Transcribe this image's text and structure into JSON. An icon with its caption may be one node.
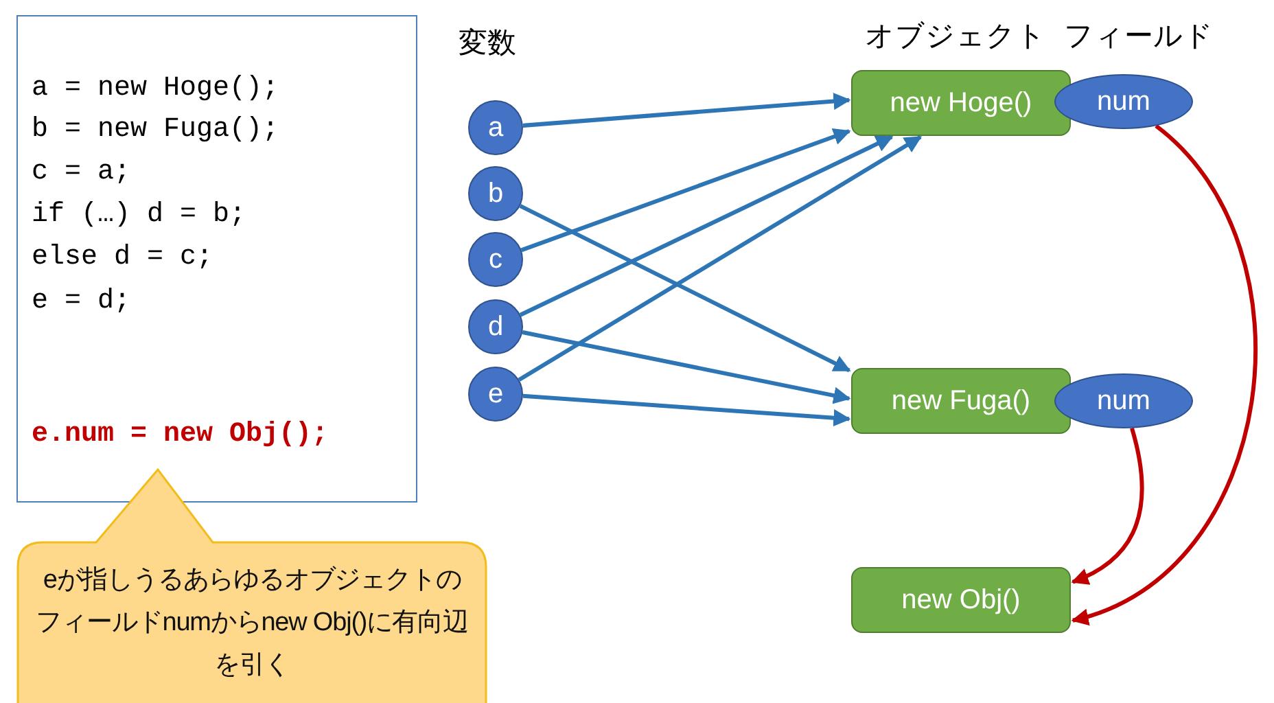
{
  "diagram": {
    "nodes": [
      {
        "text": [
          "a = new Hoge();",
          "b = new Fuga();",
          "c = a;",
          "if (…) d = b;",
          "else d = c;",
          "e = d;",
          "e.num = new Obj();"
        ]
      },
      {
        "text": [
          "eが指しうるあらゆるオブジェクトのフィールドnumからnew Obj()に有向辺を引く"
        ]
      },
      {
        "text": [
          "a"
        ]
      },
      {
        "text": [
          "b"
        ]
      },
      {
        "text": [
          "c"
        ]
      },
      {
        "text": [
          "d"
        ]
      },
      {
        "text": [
          "e"
        ]
      },
      {
        "text": [
          "new Hoge()"
        ]
      },
      {
        "text": [
          "num"
        ]
      },
      {
        "text": [
          "new Fuga()"
        ]
      },
      {
        "text": [
          "num"
        ]
      },
      {
        "text": [
          "new Obj()"
        ]
      }
    ],
    "edges": [
      {
        "from": 2,
        "to": 7,
        "arrow": "to"
      },
      {
        "from": 3,
        "to": 9,
        "arrow": "to"
      },
      {
        "from": 4,
        "to": 7,
        "arrow": "to"
      },
      {
        "from": 5,
        "to": 7,
        "arrow": "to"
      },
      {
        "from": 5,
        "to": 9,
        "arrow": "to"
      },
      {
        "from": 6,
        "to": 7,
        "arrow": "to"
      },
      {
        "from": 6,
        "to": 9,
        "arrow": "to"
      },
      {
        "from": 8,
        "to": 11,
        "arrow": "to",
        "color": "#c00000"
      },
      {
        "from": 10,
        "to": 11,
        "arrow": "to",
        "color": "#c00000"
      }
    ],
    "labels": [
      "変数",
      "オブジェクト",
      "フィールド"
    ]
  }
}
